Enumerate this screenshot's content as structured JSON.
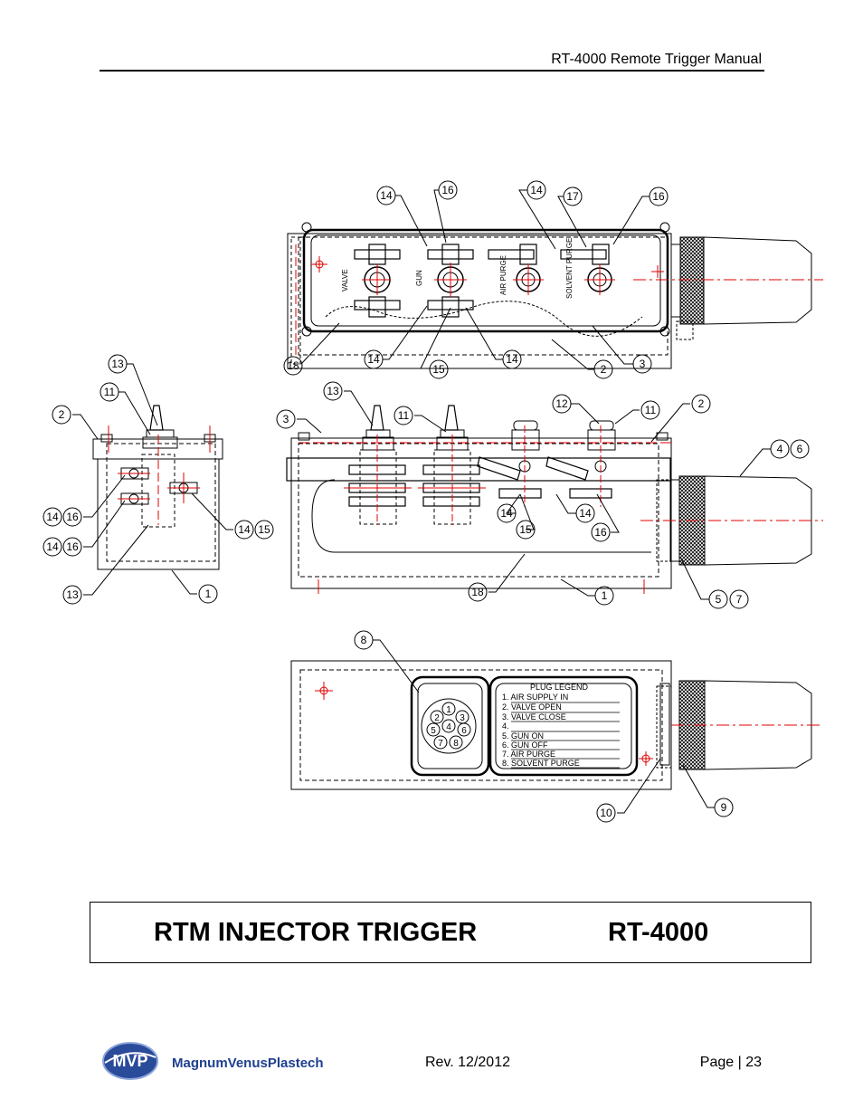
{
  "header": {
    "title": "RT-4000 Remote Trigger Manual"
  },
  "title_block": {
    "name": "RTM INJECTOR TRIGGER",
    "model": "RT-4000"
  },
  "top_view": {
    "labels": {
      "valve": "VALVE",
      "gun": "GUN",
      "air_purge": "AIR PURGE",
      "solvent_purge": "SOLVENT PURGE"
    },
    "balloons": [
      "14",
      "16",
      "14",
      "17",
      "16",
      "18",
      "14",
      "15",
      "14",
      "2",
      "3"
    ]
  },
  "side_view": {
    "balloons": [
      "13",
      "11",
      "2",
      "14",
      "16",
      "14",
      "16",
      "14",
      "15",
      "13",
      "1"
    ]
  },
  "front_view": {
    "balloons": [
      "3",
      "13",
      "11",
      "12",
      "11",
      "2",
      "4",
      "6",
      "14",
      "15",
      "14",
      "16",
      "18",
      "1",
      "5",
      "7"
    ]
  },
  "bottom_view": {
    "balloons": [
      "8",
      "10",
      "9"
    ],
    "connector_pins": [
      "1",
      "2",
      "3",
      "4",
      "5",
      "6",
      "7",
      "8"
    ],
    "plug_legend": {
      "title": "PLUG LEGEND",
      "items": [
        "1. AIR SUPPLY IN",
        "2. VALVE OPEN",
        "3. VALVE CLOSE",
        "4.",
        "5. GUN ON",
        "6. GUN OFF",
        "7. AIR PURGE",
        "8. SOLVENT PURGE"
      ]
    }
  },
  "footer": {
    "logo_text": "MagnumVenusPlastech",
    "logo_badge": "MVP",
    "revision": "Rev. 12/2012",
    "page": "Page | 23"
  },
  "colors": {
    "centerline": "#e00000",
    "ink": "#000000",
    "logo_blue": "#1f3f8f"
  }
}
